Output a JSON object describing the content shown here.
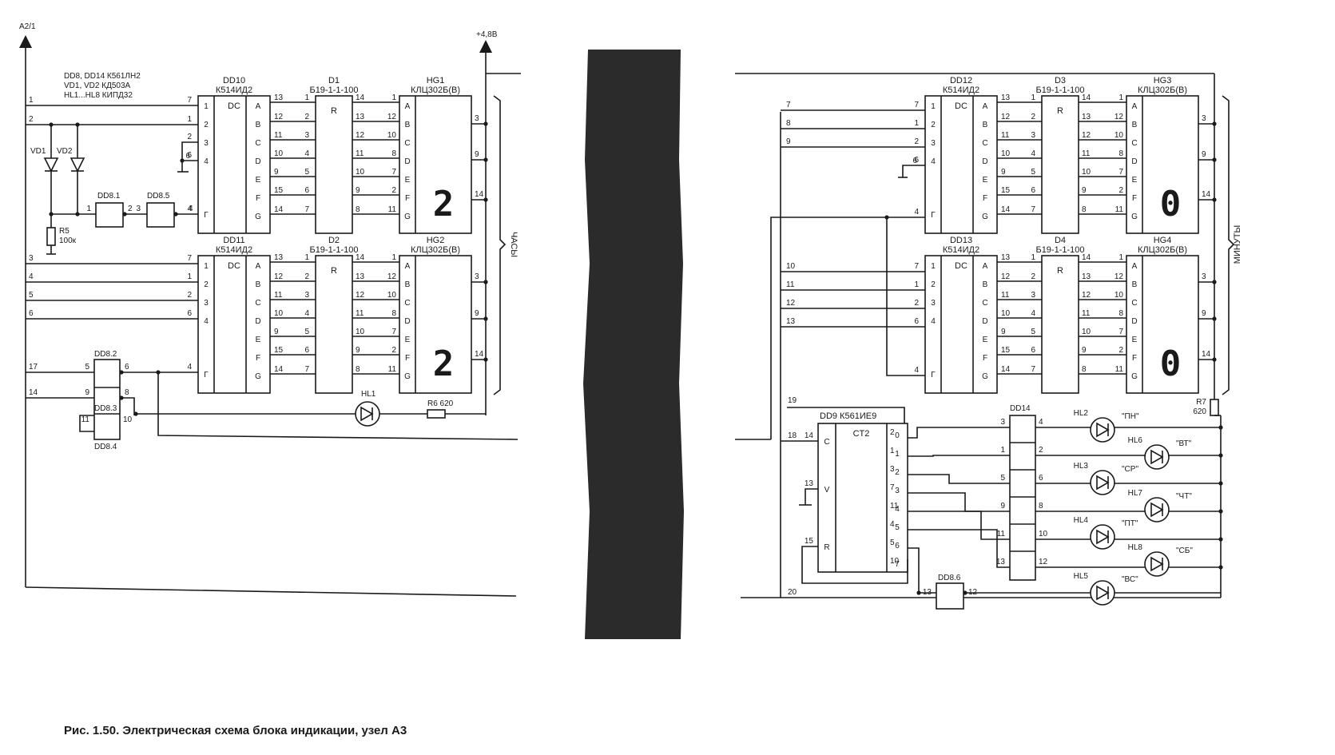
{
  "caption": "Рис. 1.50. Электрическая схема блока индикации, узел А3",
  "left": {
    "input_label": "A2/1",
    "supply_label": "+4,8В",
    "notes": [
      "DD8, DD14 К561ЛН2",
      "VD1, VD2 КД503А",
      "HL1...HL8 КИПД32"
    ],
    "group_label": "ЧАСЫ",
    "rails": {
      "top": [
        "1",
        "2"
      ],
      "mid": [
        "3",
        "4",
        "5",
        "6"
      ],
      "bottom": [
        "17",
        "14"
      ]
    },
    "decoders": [
      {
        "ref": "DD10",
        "part": "К514ИД2",
        "type": "DC",
        "in_pins": [
          "7",
          "1",
          "2",
          "6"
        ],
        "gate_pin": "4",
        "tie_pin": "6"
      },
      {
        "ref": "DD11",
        "part": "К514ИД2",
        "type": "DC",
        "in_pins": [
          "7",
          "1",
          "2",
          "6"
        ],
        "gate_pin": "4",
        "tie_pin": ""
      }
    ],
    "resistor_arrays": [
      {
        "ref": "D1",
        "part": "Б19-1-1-100",
        "label": "R"
      },
      {
        "ref": "D2",
        "part": "Б19-1-1-100",
        "label": "R"
      }
    ],
    "displays": [
      {
        "ref": "HG1",
        "part": "КЛЦ302Б(В)",
        "digit": "2"
      },
      {
        "ref": "HG2",
        "part": "КЛЦ302Б(В)",
        "digit": "2"
      }
    ],
    "diodes": [
      "VD1",
      "VD2"
    ],
    "r5": {
      "ref": "R5",
      "value": "100к"
    },
    "inverters": {
      "dd8_1": {
        "ref": "DD8.1",
        "pins": [
          "1",
          "2"
        ]
      },
      "dd8_5": {
        "ref": "DD8.5",
        "pins": [
          "3",
          "4"
        ]
      },
      "dd8_2": {
        "ref": "DD8.2",
        "pins": [
          "5",
          "6"
        ]
      },
      "dd8_3": {
        "ref": "DD8.3",
        "pins": [
          "9",
          "8"
        ]
      },
      "dd8_4": {
        "ref": "DD8.4",
        "pins": [
          "11",
          "10"
        ]
      }
    },
    "led": {
      "ref": "HL1"
    },
    "r6": {
      "ref": "R6",
      "value": "620"
    }
  },
  "right": {
    "group_label": "МИНУТЫ",
    "rails": {
      "top": [
        "7",
        "8",
        "9"
      ],
      "mid": [
        "10",
        "11",
        "12",
        "13"
      ],
      "counter": [
        "19",
        "18",
        "20"
      ]
    },
    "decoders": [
      {
        "ref": "DD12",
        "part": "К514ИД2",
        "type": "DC",
        "in_pins": [
          "7",
          "1",
          "2",
          "6"
        ],
        "gate_pin": "4",
        "tie_pin": "6"
      },
      {
        "ref": "DD13",
        "part": "К514ИД2",
        "type": "DC",
        "in_pins": [
          "7",
          "1",
          "2",
          "6"
        ],
        "gate_pin": "4",
        "tie_pin": ""
      }
    ],
    "resistor_arrays": [
      {
        "ref": "D3",
        "part": "Б19-1-1-100",
        "label": "R"
      },
      {
        "ref": "D4",
        "part": "Б19-1-1-100",
        "label": "R"
      }
    ],
    "displays": [
      {
        "ref": "HG3",
        "part": "КЛЦ302Б(В)",
        "digit": "0"
      },
      {
        "ref": "HG4",
        "part": "КЛЦ302Б(В)",
        "digit": "0"
      }
    ],
    "r7": {
      "ref": "R7",
      "value": "620"
    },
    "counter": {
      "ref": "DD9",
      "part": "К561ИЕ9",
      "type": "CT2",
      "c_pin": "14",
      "v_pin": "13",
      "r_pin": "15",
      "in_labels": [
        "C",
        "V",
        "R"
      ]
    },
    "buffer": {
      "ref": "DD14"
    },
    "dd8_6": {
      "ref": "DD8.6",
      "pins": [
        "13",
        "12"
      ]
    },
    "day_leds": [
      {
        "ref": "HL2",
        "label": "\"ПН\""
      },
      {
        "ref": "HL6",
        "label": "\"ВТ\""
      },
      {
        "ref": "HL3",
        "label": "\"СР\""
      },
      {
        "ref": "HL7",
        "label": "\"ЧТ\""
      },
      {
        "ref": "HL4",
        "label": "\"ПТ\""
      },
      {
        "ref": "HL8",
        "label": "\"СБ\""
      },
      {
        "ref": "HL5",
        "label": "\"ВС\""
      }
    ]
  },
  "common": {
    "dc_outputs": [
      "A",
      "B",
      "C",
      "D",
      "E",
      "F",
      "G"
    ],
    "dc_inputs": [
      "1",
      "2",
      "3",
      "4"
    ],
    "gate_label": "Г",
    "dc_out_pins": [
      "13",
      "12",
      "11",
      "10",
      "9",
      "15",
      "14"
    ],
    "r_in_pins": [
      "1",
      "2",
      "3",
      "4",
      "5",
      "6",
      "7"
    ],
    "r_out_pins": [
      "14",
      "13",
      "12",
      "11",
      "10",
      "9",
      "8"
    ],
    "hg_in_pins": [
      "1",
      "12",
      "10",
      "8",
      "7",
      "2",
      "11"
    ],
    "hg_out_pins": [
      "3",
      "9",
      "14"
    ],
    "ct_outputs": [
      "0",
      "1",
      "2",
      "3",
      "4",
      "5",
      "6",
      "7"
    ],
    "ct_out_pins": [
      "2",
      "1",
      "3",
      "7",
      "11",
      "4",
      "5",
      "10"
    ],
    "buf_in_pins": [
      "3",
      "1",
      "5",
      "9",
      "11",
      "13"
    ],
    "buf_out_pins": [
      "4",
      "2",
      "6",
      "8",
      "10",
      "12"
    ]
  }
}
